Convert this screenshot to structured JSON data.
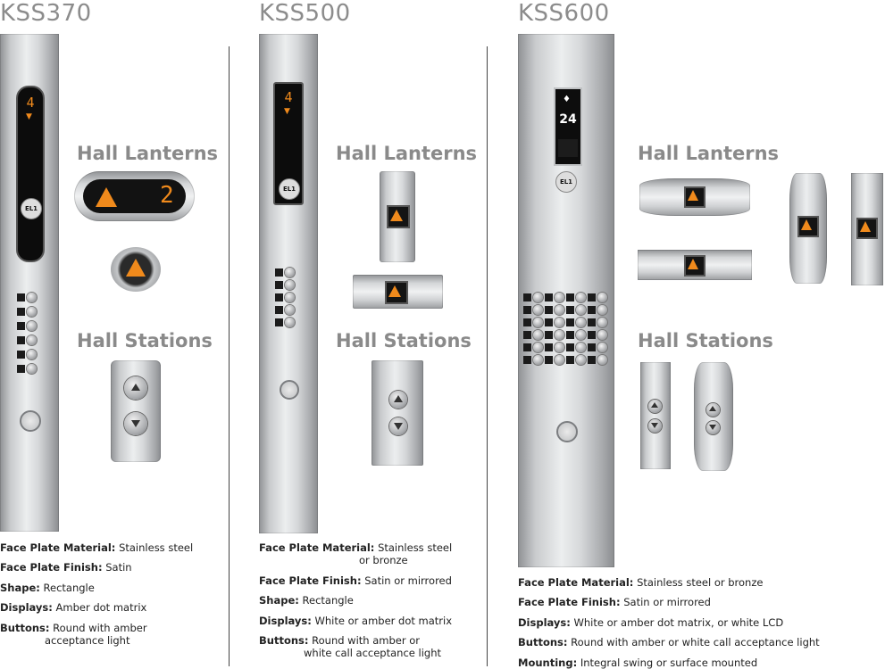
{
  "models": [
    {
      "name": "KSS370",
      "hall_lanterns_title": "Hall Lanterns",
      "hall_stations_title": "Hall Stations",
      "display_floor": "4",
      "lantern_floor": "2",
      "button_label": "EL1",
      "specs": [
        {
          "label": "Face Plate Material:",
          "value": "Stainless steel"
        },
        {
          "label": "Face Plate Finish:",
          "value": "Satin"
        },
        {
          "label": "Shape:",
          "value": "Rectangle"
        },
        {
          "label": "Displays:",
          "value": "Amber dot matrix"
        },
        {
          "label": "Buttons:",
          "value": "Round with amber",
          "value2": "acceptance light"
        }
      ]
    },
    {
      "name": "KSS500",
      "hall_lanterns_title": "Hall Lanterns",
      "hall_stations_title": "Hall Stations",
      "display_floor": "4",
      "button_label": "EL1",
      "specs": [
        {
          "label": "Face Plate Material:",
          "value": "Stainless steel",
          "value2": "or bronze"
        },
        {
          "label": "Face Plate Finish:",
          "value": "Satin or mirrored"
        },
        {
          "label": "Shape:",
          "value": "Rectangle"
        },
        {
          "label": "Displays:",
          "value": "White or amber dot matrix"
        },
        {
          "label": "Buttons:",
          "value": "Round with amber or",
          "value2": "white call acceptance light"
        }
      ]
    },
    {
      "name": "KSS600",
      "hall_lanterns_title": "Hall Lanterns",
      "hall_stations_title": "Hall Stations",
      "display_floor": "24",
      "button_label": "EL1",
      "specs": [
        {
          "label": "Face Plate Material:",
          "value": "Stainless steel or bronze"
        },
        {
          "label": "Face Plate Finish:",
          "value": "Satin or mirrored"
        },
        {
          "label": "Displays:",
          "value": "White or amber dot matrix, or white LCD"
        },
        {
          "label": "Buttons:",
          "value": "Round with amber or white call acceptance light"
        },
        {
          "label": "Mounting:",
          "value": "Integral swing or surface mounted"
        }
      ]
    }
  ],
  "colors": {
    "amber": "#f08a1c",
    "heading_gray": "#8a8a8a",
    "steel": "#d6d8da"
  }
}
